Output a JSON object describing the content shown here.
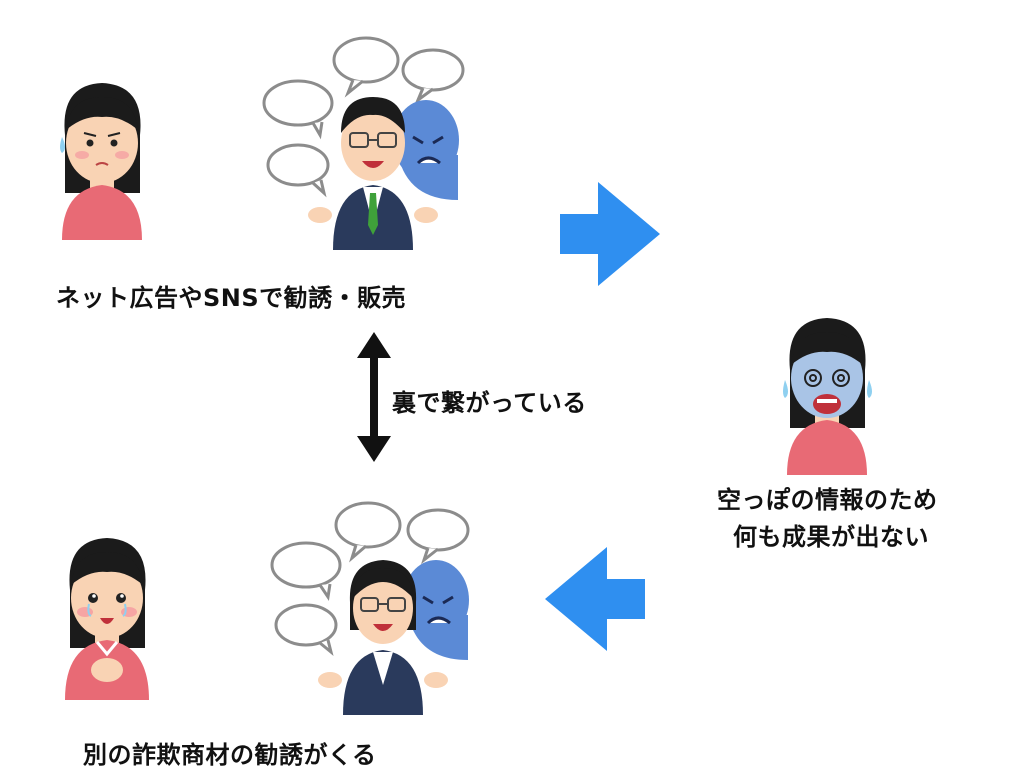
{
  "labels": {
    "ad_sales": "ネット広告やSNSで勧誘・販売",
    "connected": "裏で繋がっている",
    "empty_info_line1": "空っぽの情報のため",
    "empty_info_line2": "何も成果が出ない",
    "next_scam": "別の詐欺商材の勧誘がくる"
  },
  "colors": {
    "arrow_blue": "#2f8ff0",
    "arrow_black": "#111111",
    "shirt_pink": "#e86a75",
    "suit_navy": "#2a3a5c",
    "tie_green": "#3fa13a",
    "ghost_blue": "#5b8ad6",
    "hair": "#1b1b1b",
    "skin": "#f9d3b4",
    "bubble_stroke": "#8c8c8c"
  }
}
